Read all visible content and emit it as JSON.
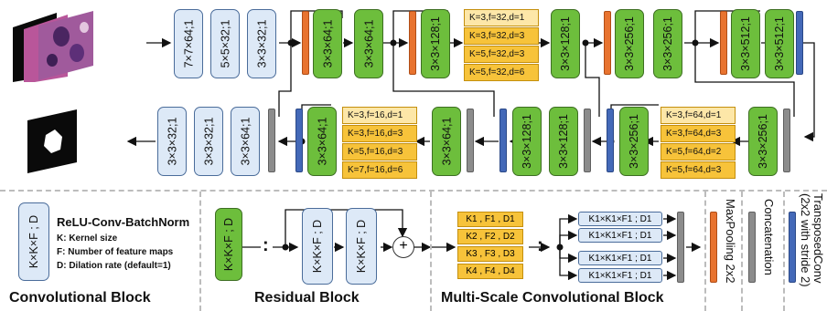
{
  "encoder_row": {
    "input_convs": [
      "7×7×64;1",
      "5×5×32;1",
      "3×3×32;1"
    ],
    "res1": [
      "3×3×64;1",
      "3×3×64;1"
    ],
    "res2_conv": "3×3×128;1",
    "ms1": [
      "K=3,f=32,d=1",
      "K=3,f=32,d=3",
      "K=5,f=32,d=3",
      "K=5,f=32,d=6"
    ],
    "res2_conv_b": "3×3×128;1",
    "res3": [
      "3×3×256;1",
      "3×3×256;1"
    ],
    "res4": [
      "3×3×512;1",
      "3×3×512;1"
    ]
  },
  "decoder_row": {
    "output_convs": [
      "3×3×32;1",
      "3×3×32;1",
      "3×3×64;1"
    ],
    "res_d1_a": "3×3×64;1",
    "ms_d1": [
      "K=3,f=16,d=1",
      "K=3,f=16,d=3",
      "K=5,f=16,d=3",
      "K=7,f=16,d=6"
    ],
    "res_d1_b": "3×3×64;1",
    "res_d2": [
      "3×3×128;1",
      "3×3×128;1"
    ],
    "res_d3_a": "3×3×256;1",
    "ms_d3": [
      "K=3,f=64,d=1",
      "K=3,f=64,d=3",
      "K=5,f=64,d=2",
      "K=5,f=64,d=3"
    ],
    "res_d3_b": "3×3×256;1"
  },
  "legend": {
    "conv_block_label": "K×K×F ; D",
    "conv_desc_title": "ReLU-Conv-BatchNorm",
    "conv_desc_lines": [
      "K: Kernel size",
      "F: Number of feature maps",
      "D: Dilation rate (default=1)"
    ],
    "conv_block_title": "Convolutional Block",
    "residual_title": "Residual Block",
    "residual_block_label": "K×K×F ; D",
    "residual_inner": [
      "K×K×F ; D",
      "K×K×F ; D"
    ],
    "plus_symbol": "+",
    "ms_title": "Multi-Scale Convolutional Block",
    "ms_left": [
      "K1 , F1 , D1",
      "K2 , F2 , D2",
      "K3 , F3 , D3",
      "K4 , F4 , D4"
    ],
    "ms_right": [
      "K1×K1×F1 ; D1",
      "K1×K1×F1 ; D1",
      "K1×K1×F1 ; D1",
      "K1×K1×F1 ; D1"
    ],
    "maxpool_label": "MaxPooling 2x2",
    "concat_label": "Concatenation",
    "transposed_label_1": "TransposedConv",
    "transposed_label_2": "(2x2 with stride 2)",
    "equiv_symbol": ":"
  },
  "colors": {
    "conv_blue": "#dde9f7",
    "conv_green": "#6dbe3c",
    "maxpool_orange": "#e8732f",
    "concat_gray": "#8c8c8c",
    "transposed_blue": "#4469b8",
    "multiscale_yellow": "#f7c33a"
  }
}
